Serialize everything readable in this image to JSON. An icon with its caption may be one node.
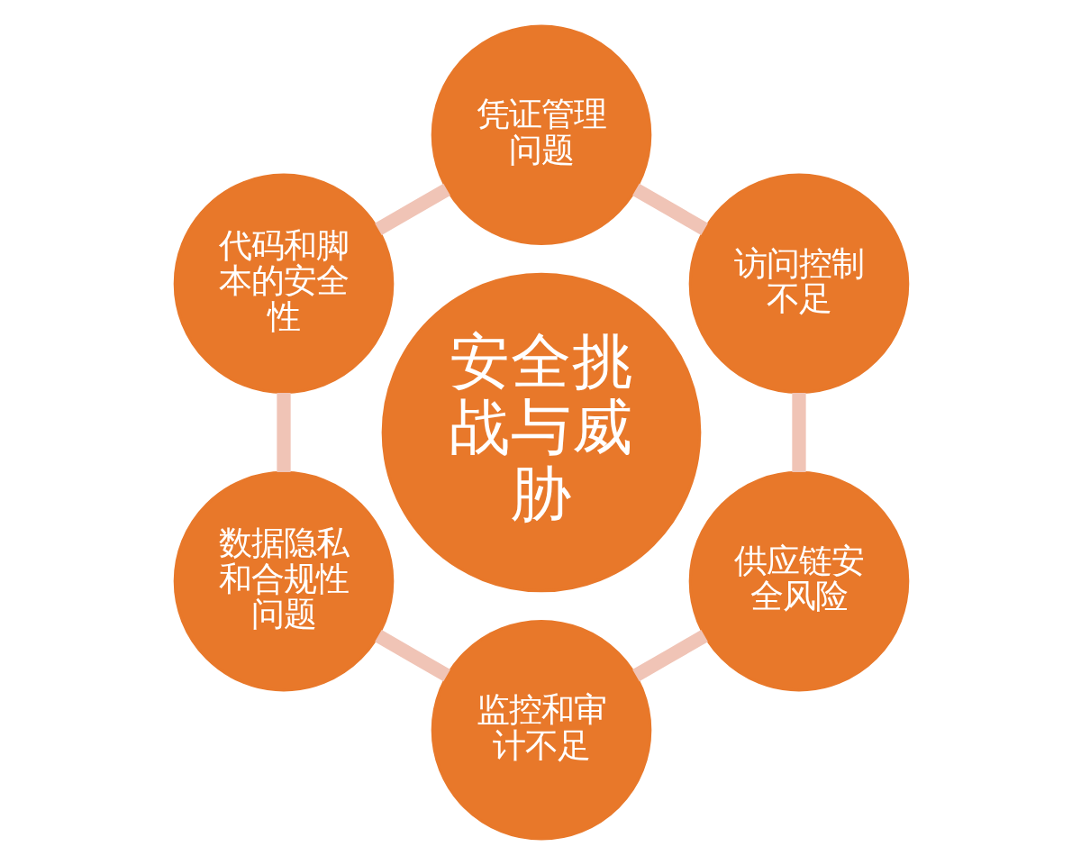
{
  "diagram": {
    "nodes": [
      {
        "text": [
          "安全挑战与威胁"
        ]
      },
      {
        "text": [
          "访问控制不足"
        ]
      },
      {
        "text": [
          "凭证管理问题"
        ]
      },
      {
        "text": [
          "代码和脚本的安全性"
        ]
      },
      {
        "text": [
          "数据隐私和合规性问题"
        ]
      },
      {
        "text": [
          "监控和审计不足"
        ]
      },
      {
        "text": [
          "供应链安全风险"
        ]
      }
    ],
    "edges": [
      {
        "from": 1,
        "to": 2,
        "arrow": "none"
      },
      {
        "from": 2,
        "to": 3,
        "arrow": "none"
      },
      {
        "from": 3,
        "to": 4,
        "arrow": "none"
      },
      {
        "from": 4,
        "to": 5,
        "arrow": "none"
      },
      {
        "from": 5,
        "to": 6,
        "arrow": "none"
      },
      {
        "from": 6,
        "to": 1,
        "arrow": "none"
      }
    ]
  }
}
